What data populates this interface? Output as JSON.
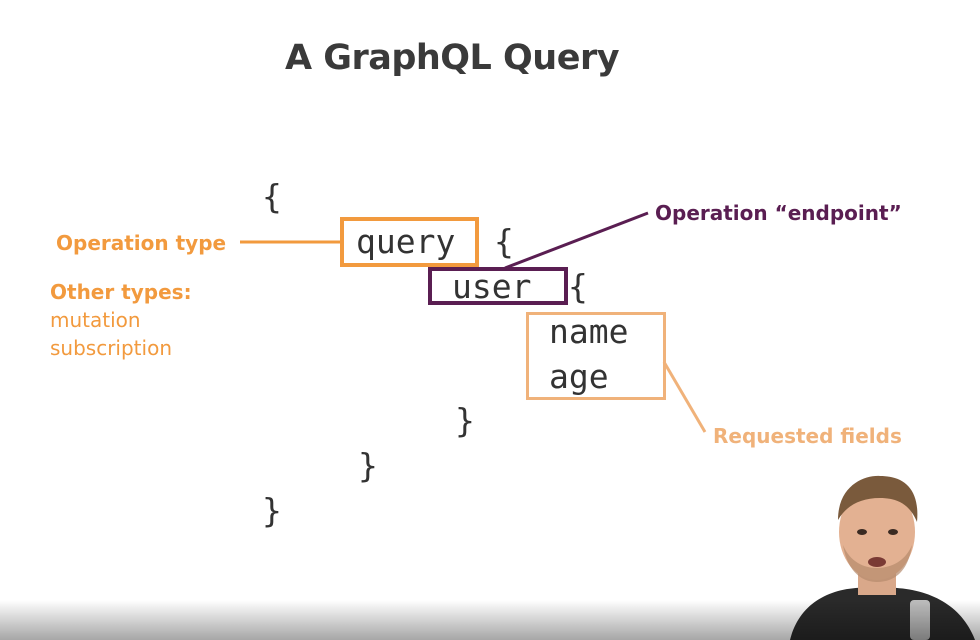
{
  "title": "A GraphQL Query",
  "code": {
    "open_brace": "{",
    "query_keyword": "query",
    "query_brace": "{",
    "user_field": "user",
    "user_brace": "{",
    "field_name": "name",
    "field_age": "age",
    "close_inner": "}",
    "close_query": "}",
    "close_outer": "}"
  },
  "annotations": {
    "operation_type": "Operation type",
    "other_types_heading": "Other types:",
    "other_types": [
      "mutation",
      "subscription"
    ],
    "operation_endpoint": "Operation “endpoint”",
    "requested_fields": "Requested fields"
  },
  "colors": {
    "orange": "#f29a3e",
    "light_orange": "#f0b27a",
    "purple": "#5a1e52",
    "code_text": "#333333",
    "title_text": "#3a3a3a"
  },
  "icons": {
    "presenter": "presenter-webcam"
  }
}
